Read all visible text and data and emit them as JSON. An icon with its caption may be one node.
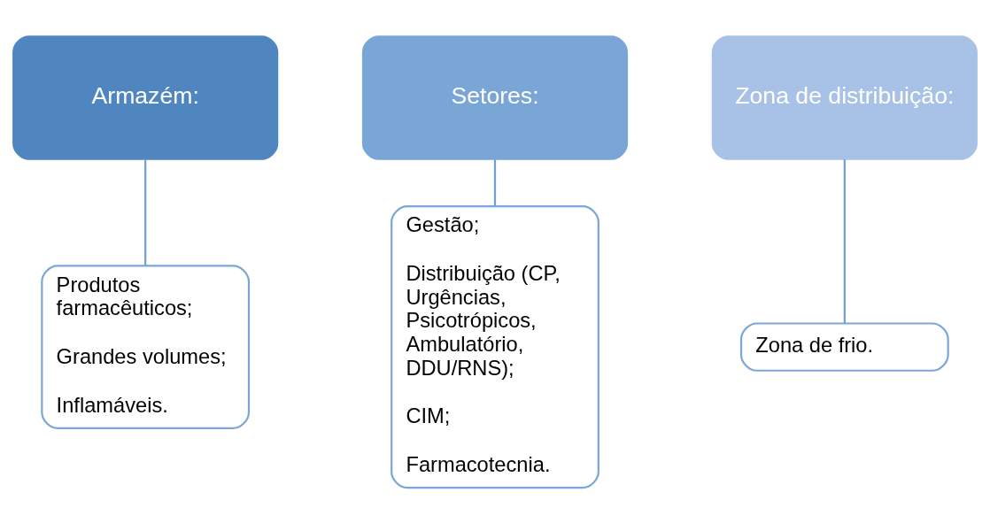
{
  "diagram": {
    "nodes": [
      {
        "text": [
          "Armazém:"
        ]
      },
      {
        "text": [
          "Produtos farmacêuticos;",
          "Grandes volumes;",
          "Inflamáveis."
        ]
      },
      {
        "text": [
          "Setores:"
        ]
      },
      {
        "text": [
          "Gestão;",
          "Distribuição (CP, Urgências, Psicotrópicos, Ambulatório, DDU/RNS);",
          "CIM;",
          "Farmacotecnia."
        ]
      },
      {
        "text": [
          "Zona de distribuição:"
        ]
      },
      {
        "text": [
          "Zona de frio."
        ]
      }
    ],
    "edges": [
      {
        "from": 0,
        "to": 1,
        "arrow": "none"
      },
      {
        "from": 2,
        "to": 3,
        "arrow": "none"
      },
      {
        "from": 4,
        "to": 5,
        "arrow": "none"
      }
    ]
  }
}
